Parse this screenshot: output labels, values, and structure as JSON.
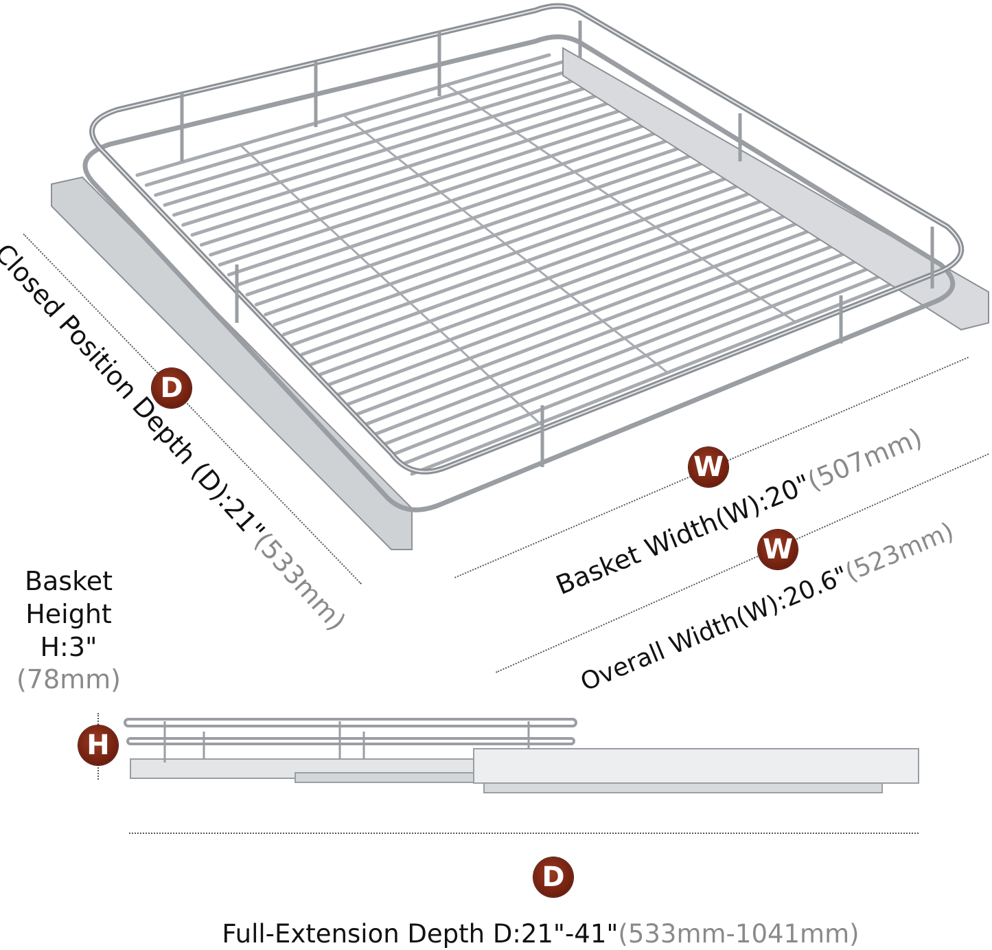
{
  "closed_depth": {
    "badge": "D",
    "label": "Closed Position Depth (D):21\"",
    "metric": "(533mm)"
  },
  "basket_width": {
    "badge": "W",
    "label": "Basket Width(W):20\"",
    "metric": "(507mm)"
  },
  "overall_width": {
    "badge": "W",
    "label": "Overall Width(W):20.6\"",
    "metric": "(523mm)"
  },
  "basket_height": {
    "badge": "H",
    "line1": "Basket",
    "line2": "Height",
    "line3": "H:3\"",
    "metric": "(78mm)"
  },
  "extension_depth": {
    "badge": "D",
    "label": "Full-Extension Depth D:21\"-41\"",
    "metric": "(533mm-1041mm)"
  },
  "colors": {
    "badge": "#7a2412",
    "metal": "#9a9ea3"
  }
}
